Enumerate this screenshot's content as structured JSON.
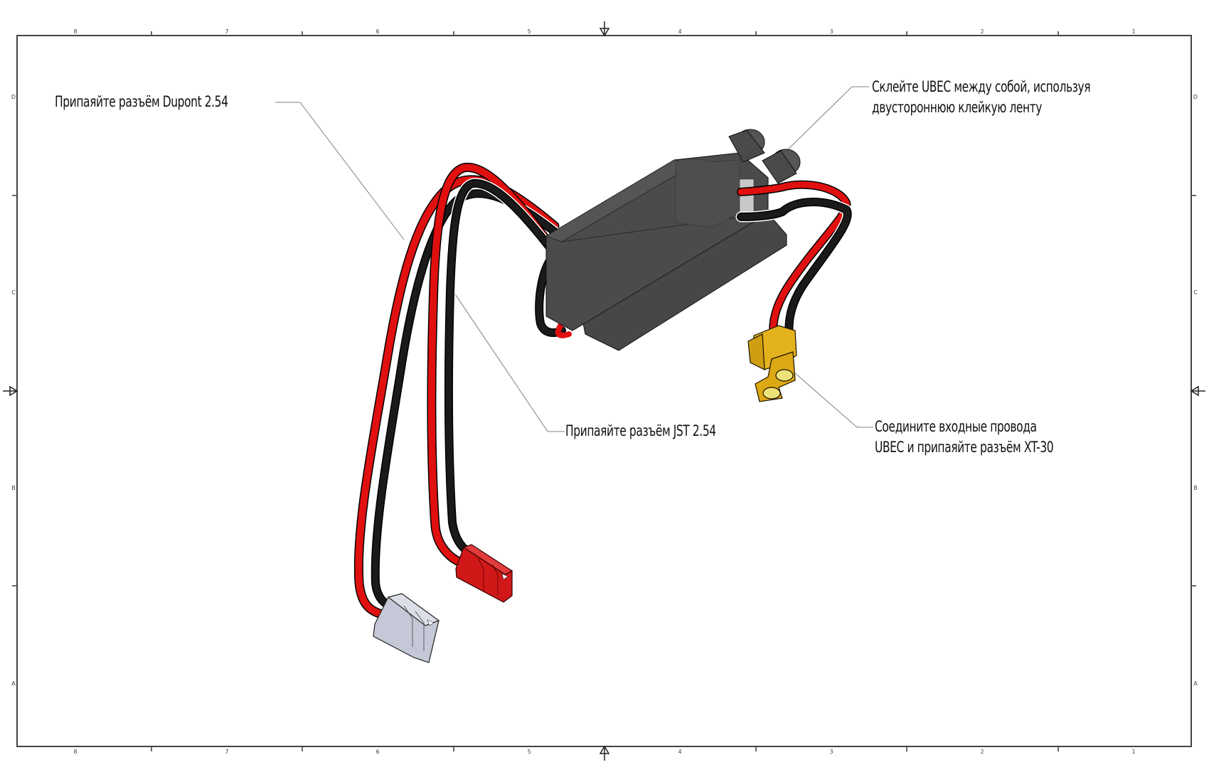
{
  "drawing": {
    "title": "UBEC wiring assembly drawing",
    "frame": {
      "columns_top": [
        "8",
        "7",
        "6",
        "5",
        "4",
        "3",
        "2",
        "1"
      ],
      "columns_bottom": [
        "8",
        "7",
        "6",
        "5",
        "4",
        "3",
        "2",
        "1"
      ],
      "rows_left": [
        "D",
        "C",
        "B",
        "A"
      ],
      "rows_right": [
        "D",
        "C",
        "B",
        "A"
      ]
    },
    "callouts": [
      {
        "id": "dupont",
        "lines": [
          "Припаяйте разъём Dupont 2.54"
        ]
      },
      {
        "id": "jst",
        "lines": [
          "Припаяйте разъём JST 2.54"
        ]
      },
      {
        "id": "glue",
        "lines": [
          "Склейте UBEC между собой, используя",
          "двустороннюю клейкую ленту"
        ]
      },
      {
        "id": "xt30",
        "lines": [
          "Соедините входные провода",
          "UBEC и припаяйте разъём XT-30"
        ]
      }
    ],
    "parts": [
      {
        "name": "UBEC module (x2, stacked)",
        "color": "#4a4a4a"
      },
      {
        "name": "Dupont 2.54 connector",
        "color": "#c9ccd8"
      },
      {
        "name": "JST 2.54 connector",
        "color": "#d41a1a"
      },
      {
        "name": "XT-30 connector",
        "color": "#e2b21c"
      }
    ],
    "colors": {
      "wire_red": "#e01010",
      "wire_black": "#151515",
      "frame": "#444444",
      "leader": "#777777"
    }
  }
}
